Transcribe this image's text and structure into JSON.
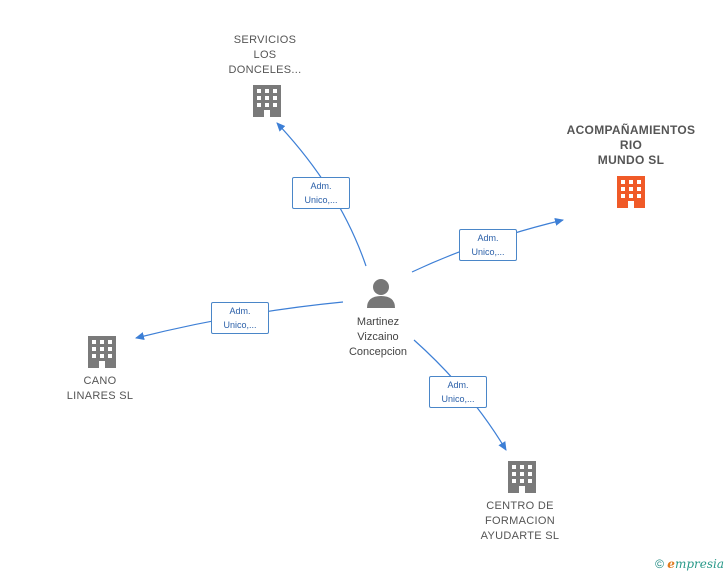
{
  "center": {
    "name": "Martinez\nVizcaino\nConcepcion"
  },
  "companies": [
    {
      "id": "servicios",
      "name": "SERVICIOS\nLOS\nDONCELES...",
      "highlight": false
    },
    {
      "id": "acompanamientos",
      "name": "ACOMPAÑAMIENTOS\nRIO\nMUNDO  SL",
      "highlight": true
    },
    {
      "id": "cano",
      "name": "CANO\nLINARES  SL",
      "highlight": false
    },
    {
      "id": "centro",
      "name": "CENTRO DE\nFORMACION\nAYUDARTE  SL",
      "highlight": false
    }
  ],
  "edges": [
    {
      "to": "servicios",
      "label": "Adm.\nUnico,..."
    },
    {
      "to": "acompanamientos",
      "label": "Adm.\nUnico,..."
    },
    {
      "to": "cano",
      "label": "Adm.\nUnico,..."
    },
    {
      "to": "centro",
      "label": "Adm.\nUnico,..."
    }
  ],
  "footer": {
    "copyright": "©",
    "brand_initial": "e",
    "brand_rest": "mpresia"
  },
  "colors": {
    "edge": "#3d7fd6",
    "building": "#7a7a7a",
    "building_highlight": "#f05a28",
    "person": "#777777"
  }
}
